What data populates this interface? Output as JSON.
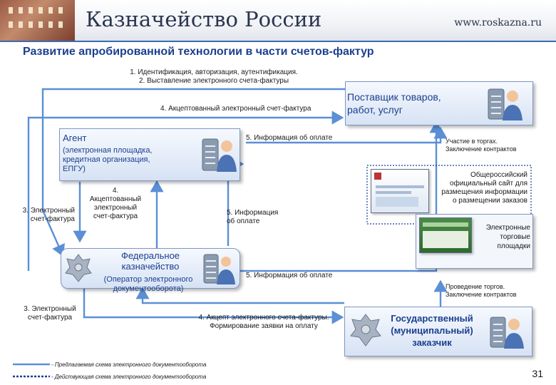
{
  "header": {
    "brand": "Казначейство России",
    "url": "www.roskazna.ru"
  },
  "title": "Развитие апробированной технологии в части счетов-фактур",
  "steps": {
    "s1": "1. Идентификация, авторизация, аутентификация.",
    "s2": "2. Выставление электронного счета-фактуры",
    "s4_top": "4. Акцептованный электронный счет-фактура",
    "s5_top": "5. Информация об оплате",
    "s3_left": [
      "3. Электронный",
      "счет-фактура"
    ],
    "s4_mid": [
      "4.",
      "Акцептованный",
      "электронный",
      "счет-фактура"
    ],
    "s5_mid": [
      "5. Информация",
      "об оплате"
    ],
    "s5_bottom": "5. Информация об оплате",
    "s3_bottom": [
      "3. Электронный",
      "счет-фактура"
    ],
    "s4_bottom": [
      "4. Акцепт электронного счета-фактуры.",
      "Формирование заявки на оплату"
    ]
  },
  "nodes": {
    "supplier": [
      "Поставщик товаров,",
      "работ, услуг"
    ],
    "agent_title": "Агент",
    "agent_desc": [
      "(электронная площадка,",
      "кредитная организация,",
      "ЕПГУ)"
    ],
    "treasury_title": [
      "Федеральное",
      "казначейство"
    ],
    "treasury_desc": [
      "(Оператор электронного",
      "документооборота)"
    ],
    "customer": [
      "Государственный",
      "(муниципальный)",
      "заказчик"
    ],
    "portal": [
      "Общероссийский",
      "официальный сайт для",
      "размещения информации",
      "о размещении заказов"
    ],
    "etp": [
      "Электронные",
      "торговые",
      "площадки"
    ]
  },
  "notes": {
    "participation": [
      "Участие в торгах.",
      "Заключение контрактов"
    ],
    "tenders": [
      "Проведение торгов.",
      "Заключение контрактов"
    ]
  },
  "legend": {
    "proposed": "- Предлагаемая схема электронного документооборота",
    "current": "- Действующая схема электронного документооборота"
  },
  "page_number": "31",
  "colors": {
    "accent": "#1b3f8f",
    "flow_line": "#5b8fd6",
    "header_rule": "#3a6cb0"
  },
  "icons": [
    "server-user-icon",
    "state-emblem-icon",
    "website-screenshot-icon"
  ]
}
